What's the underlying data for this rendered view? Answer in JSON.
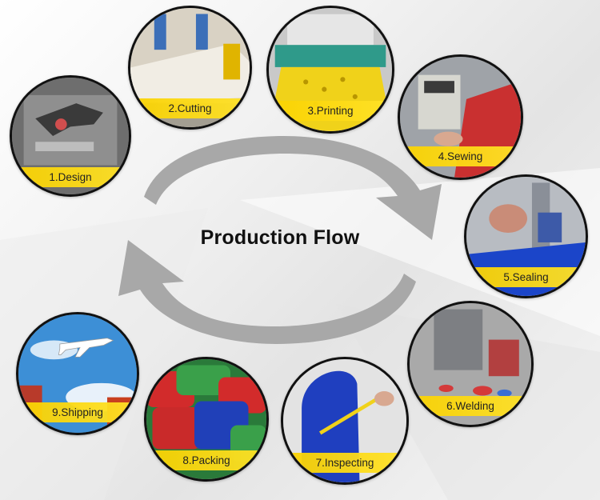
{
  "title": "Production Flow",
  "colors": {
    "band": "#f5cf00",
    "arrow": "#a8a8a8",
    "ring": "#111111"
  },
  "steps": [
    {
      "label": "1.Design"
    },
    {
      "label": "2.Cutting"
    },
    {
      "label": "3.Printing"
    },
    {
      "label": "4.Sewing"
    },
    {
      "label": "5.Sealing"
    },
    {
      "label": "6.Welding"
    },
    {
      "label": "7.Inspecting"
    },
    {
      "label": "8.Packing"
    },
    {
      "label": "9.Shipping"
    }
  ]
}
